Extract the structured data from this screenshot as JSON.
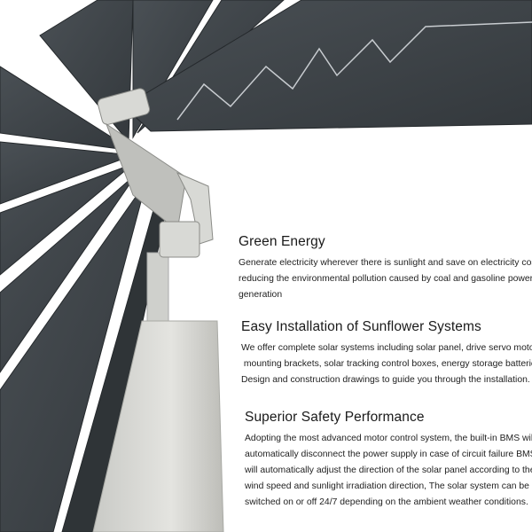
{
  "sections": [
    {
      "title": "Green Energy",
      "lines": [
        "Generate electricity wherever there is sunlight and save on electricity costs,",
        "reducing the environmental pollution caused by coal and gasoline power",
        "generation"
      ]
    },
    {
      "title": "Easy Installation of Sunflower Systems",
      "lines": [
        "We offer complete solar systems including solar panel, drive servo motors,",
        " mounting brackets, solar tracking control boxes, energy storage batteries.",
        "Design and construction drawings to guide you through the installation."
      ]
    },
    {
      "title": "Superior Safety Performance",
      "lines": [
        "Adopting the most advanced motor control system, the built-in BMS will",
        "automatically disconnect the power supply in case of circuit failure BMS",
        "will automatically adjust the direction of the solar panel according to the",
        "wind speed and sunlight irradiation direction, The solar system can be",
        "switched on or off 24/7 depending on the ambient weather conditions."
      ]
    }
  ],
  "colors": {
    "panel": "#3e4347",
    "panel_edge": "#2a2e31",
    "pedestal": "#d9dad6",
    "text": "#1a1a1a"
  }
}
